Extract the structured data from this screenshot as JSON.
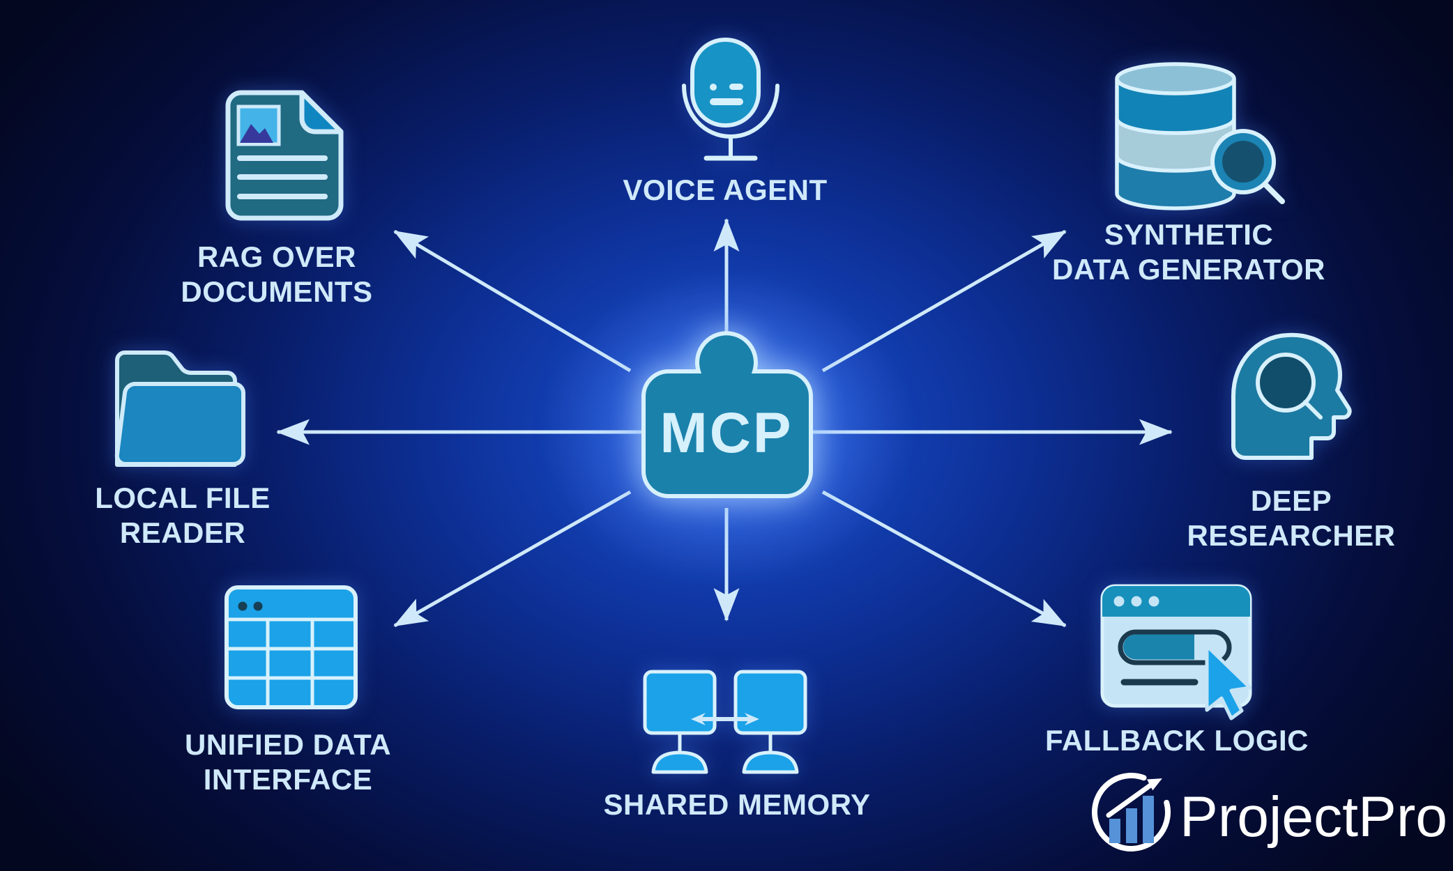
{
  "title": "MCP use cases diagram",
  "center_node": {
    "label": "MCP"
  },
  "nodes": [
    {
      "id": "rag-over-documents",
      "label_line1": "RAG OVER",
      "label_line2": "DOCUMENTS",
      "icon": "document-image-icon"
    },
    {
      "id": "voice-agent",
      "label_line1": "VOICE AGENT",
      "icon": "microphone-icon"
    },
    {
      "id": "synthetic-data-generator",
      "label_line1": "SYNTHETIC",
      "label_line2": "DATA GENERATOR",
      "icon": "database-magnifier-icon"
    },
    {
      "id": "local-file-reader",
      "label_line1": "LOCAL FILE",
      "label_line2": "READER",
      "icon": "open-folder-icon"
    },
    {
      "id": "deep-researcher",
      "label_line1": "DEEP RESEARCHER",
      "icon": "head-magnifier-icon"
    },
    {
      "id": "unified-data-interface",
      "label_line1": "UNIFIED DATA",
      "label_line2": "INTERFACE",
      "icon": "table-grid-icon"
    },
    {
      "id": "shared-memory",
      "label_line1": "SHARED MEMORY",
      "icon": "linked-monitors-icon"
    },
    {
      "id": "fallback-logic",
      "label_line1": "FALLBACK LOGIC",
      "icon": "browser-toggle-cursor-icon"
    }
  ],
  "branding": {
    "logo_text": "ProjectPro",
    "logo_icon": "growth-chart-circle-icon"
  },
  "colors": {
    "background_center": "#1e55d2",
    "background_edge": "#03061d",
    "node_fill": "#1a81ab",
    "node_border": "#d6f0fc",
    "label_text": "#cfe9fa",
    "arrow": "#cfe9fa",
    "icon_bright_blue": "#1ba2e8",
    "icon_teal": "#1c7ba2",
    "icon_dark_teal": "#14506e",
    "icon_light": "#c5e4f6",
    "mountain_indigo": "#36399b",
    "logo_bar_blue": "#5592d8",
    "logo_text_color": "#ffffff"
  }
}
